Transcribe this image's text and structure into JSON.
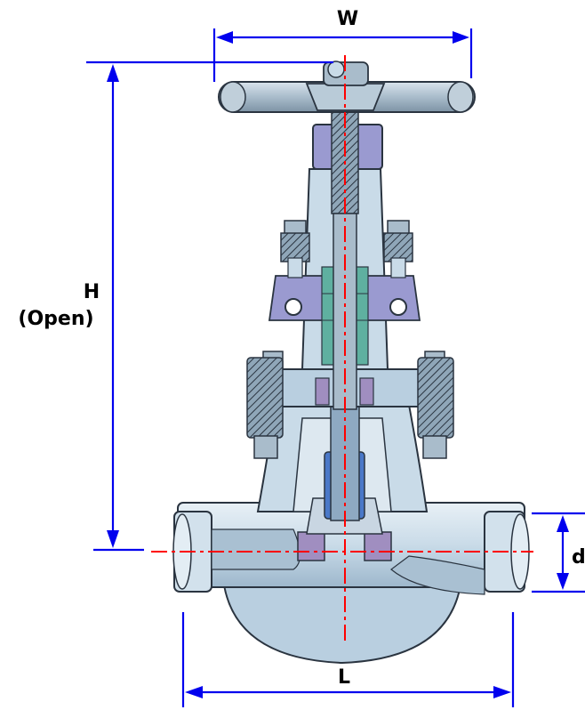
{
  "diagram": {
    "labels": {
      "width": "W",
      "height": "H",
      "height_note": "(Open)",
      "length": "L",
      "diameter": "d"
    },
    "colors": {
      "dimension": "#0000ee",
      "centerline": "#ff0000",
      "body_fill": "#c9dbe8",
      "body_shadow": "#9db7cc",
      "outline": "#2a3440",
      "bonnet": "#9a9ad0",
      "packing": "#5fb0a0",
      "disc": "#4a78c8",
      "seat": "#a08ec0"
    }
  }
}
